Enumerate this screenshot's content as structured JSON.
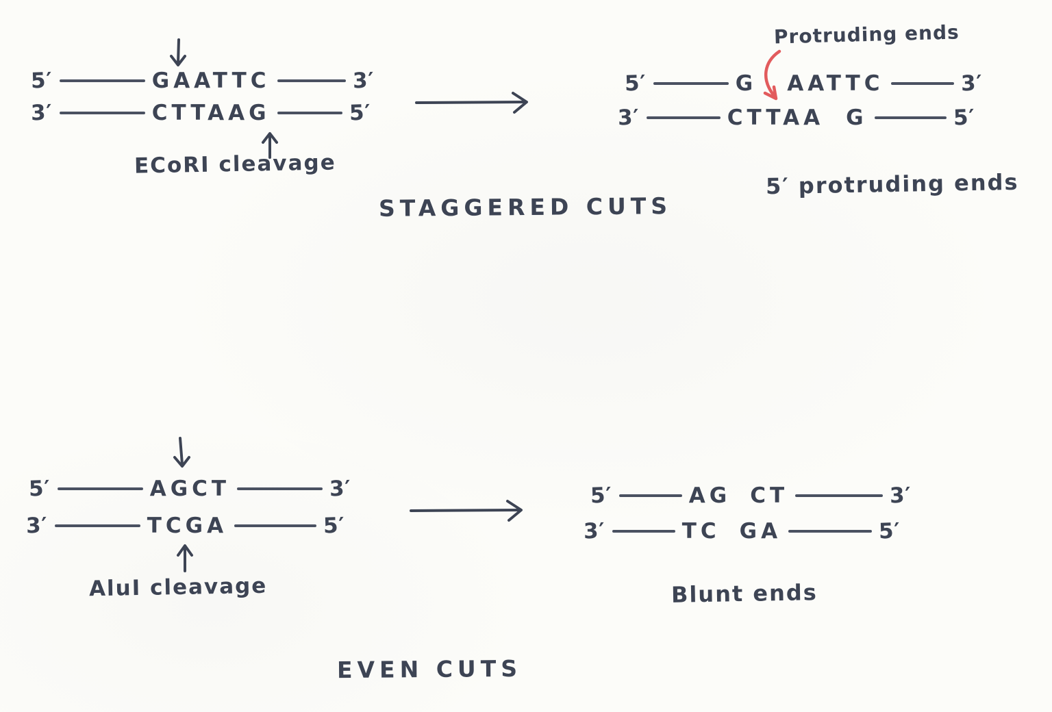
{
  "palette": {
    "ink": "#3d4454",
    "line": "#4a5161",
    "red": "#e25b5d",
    "paper": "#fcfcf9"
  },
  "icons": {
    "cleavage-down-arrow": "↓",
    "cleavage-up-arrow": "↑",
    "reaction-arrow": "→",
    "protruding-red-arrow": "curved red arrow pointing into the cut site"
  },
  "staggered_section": {
    "label": "STAGGERED CUTS",
    "substrate": {
      "top_strand": {
        "left_end": "5′",
        "sequence": "GAATTC",
        "right_end": "3′"
      },
      "bottom_strand": {
        "left_end": "3′",
        "sequence": "CTTAAG",
        "right_end": "5′"
      },
      "cleavage_label": "ECoRI cleavage"
    },
    "product": {
      "protruding_ends_label": "Protruding ends",
      "top_strand": {
        "left_end": "5′",
        "seq_left": "G",
        "seq_right": "AATTC",
        "right_end": "3′"
      },
      "bottom_strand": {
        "left_end": "3′",
        "seq_left": "CTTAA",
        "seq_right": "G",
        "right_end": "5′"
      },
      "result_label": "5′ protruding ends"
    }
  },
  "even_section": {
    "label": "EVEN CUTS",
    "substrate": {
      "top_strand": {
        "left_end": "5′",
        "sequence": "AGCT",
        "right_end": "3′"
      },
      "bottom_strand": {
        "left_end": "3′",
        "sequence": "TCGA",
        "right_end": "5′"
      },
      "cleavage_label": "AluI cleavage"
    },
    "product": {
      "top_strand": {
        "left_end": "5′",
        "seq_left": "AG",
        "seq_right": "CT",
        "right_end": "3′"
      },
      "bottom_strand": {
        "left_end": "3′",
        "seq_left": "TC",
        "seq_right": "GA",
        "right_end": "5′"
      },
      "result_label": "Blunt ends"
    }
  }
}
